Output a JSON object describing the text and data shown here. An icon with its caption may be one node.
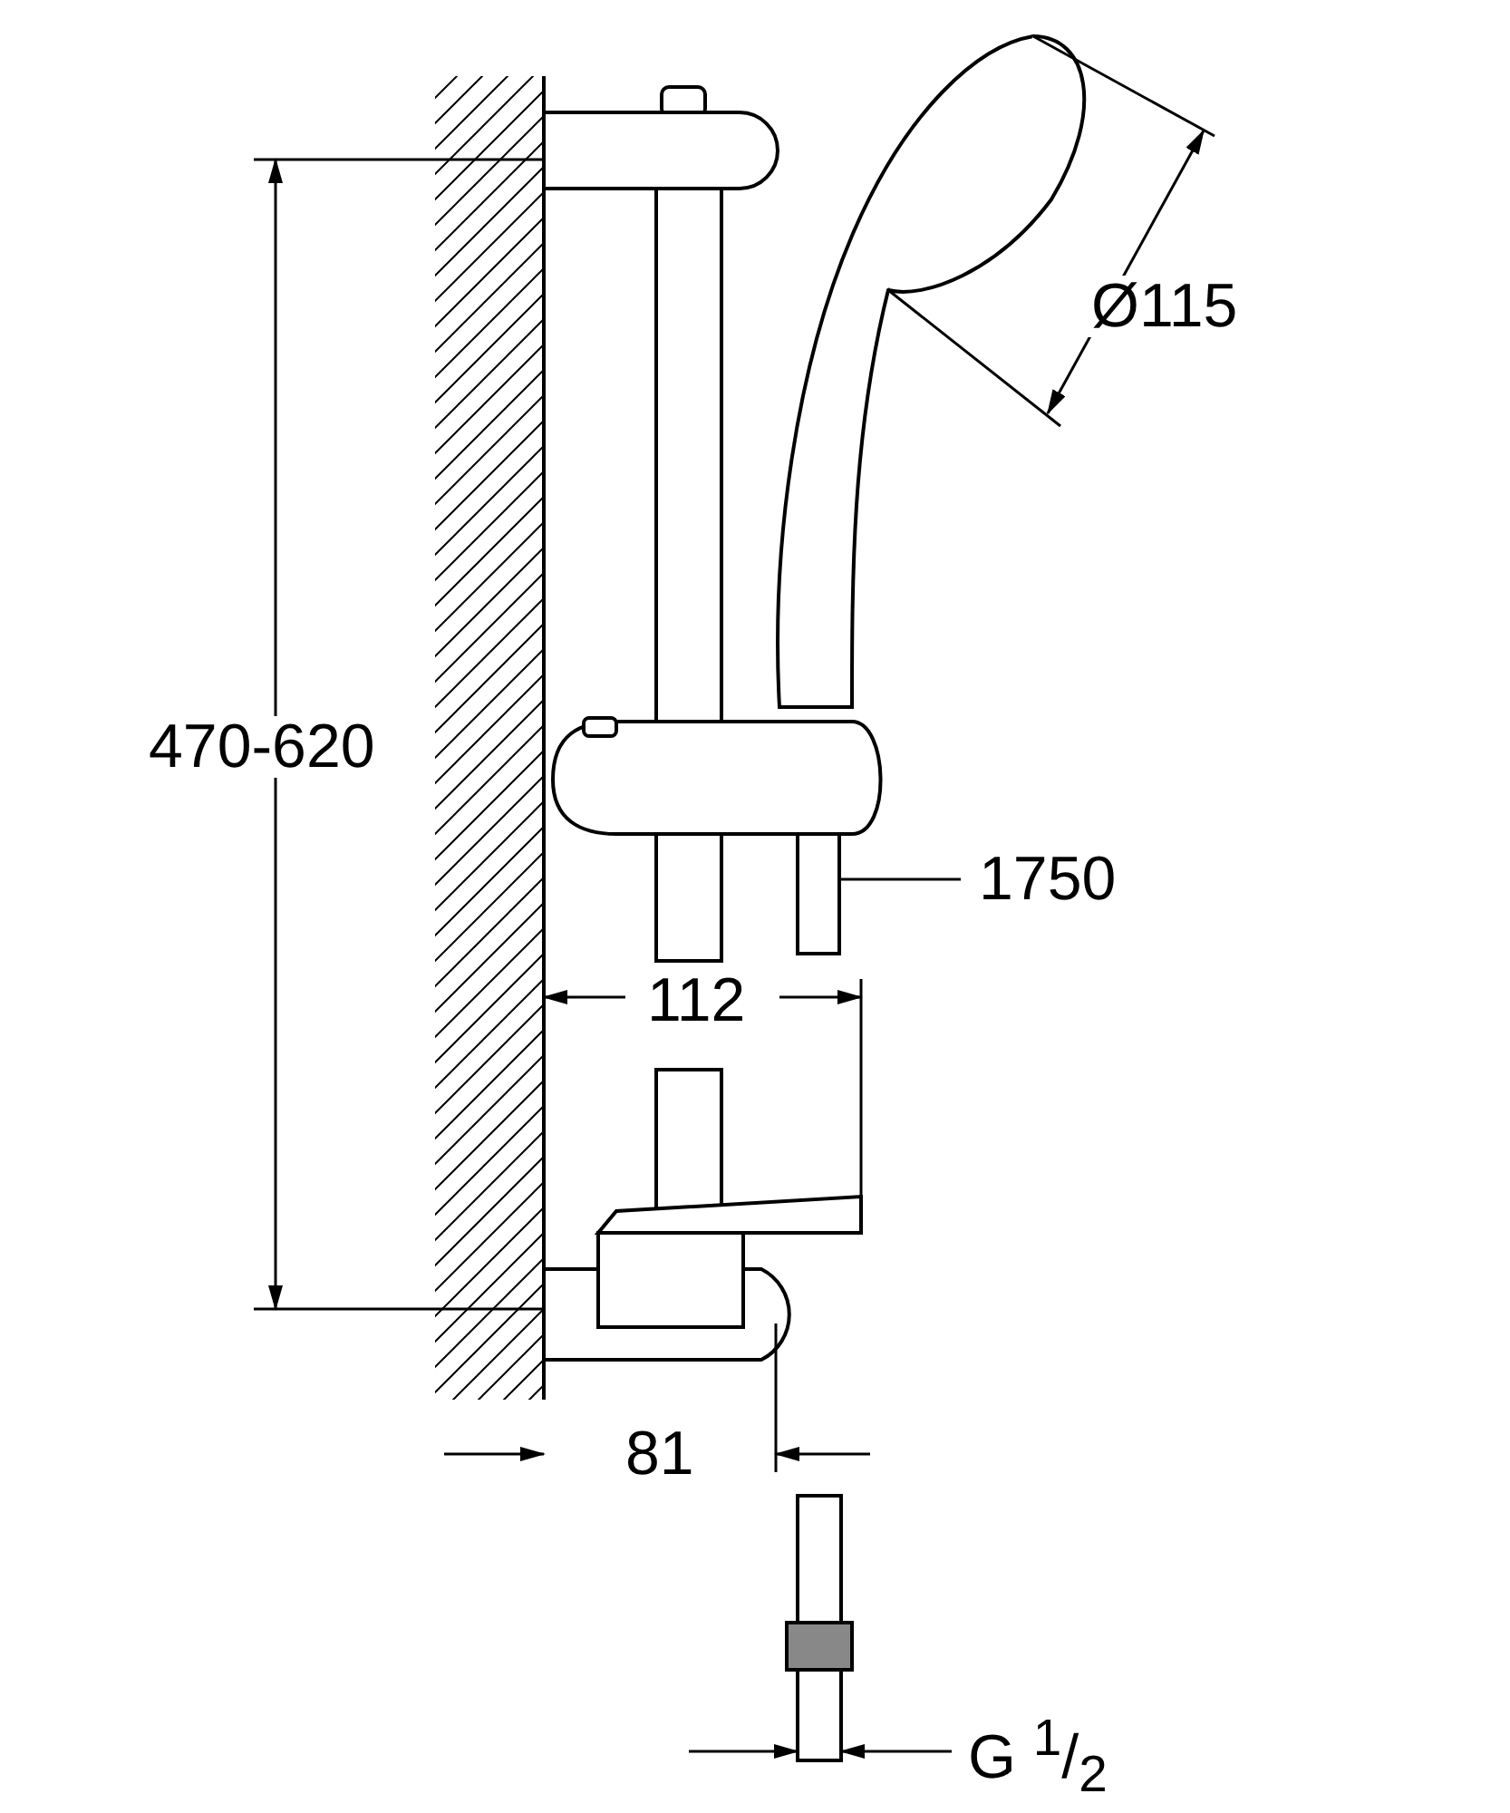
{
  "diagram": {
    "nodes": [
      {
        "text": [
          "1750"
        ]
      },
      {
        "text": [],
        "shape": "picture"
      }
    ],
    "edges": [
      {
        "from": 0,
        "to": 1,
        "arrow": "none"
      }
    ],
    "labels": [
      "Ø115",
      "470-620",
      "112",
      "81",
      "G $^{1}$/$_{2}$"
    ]
  }
}
